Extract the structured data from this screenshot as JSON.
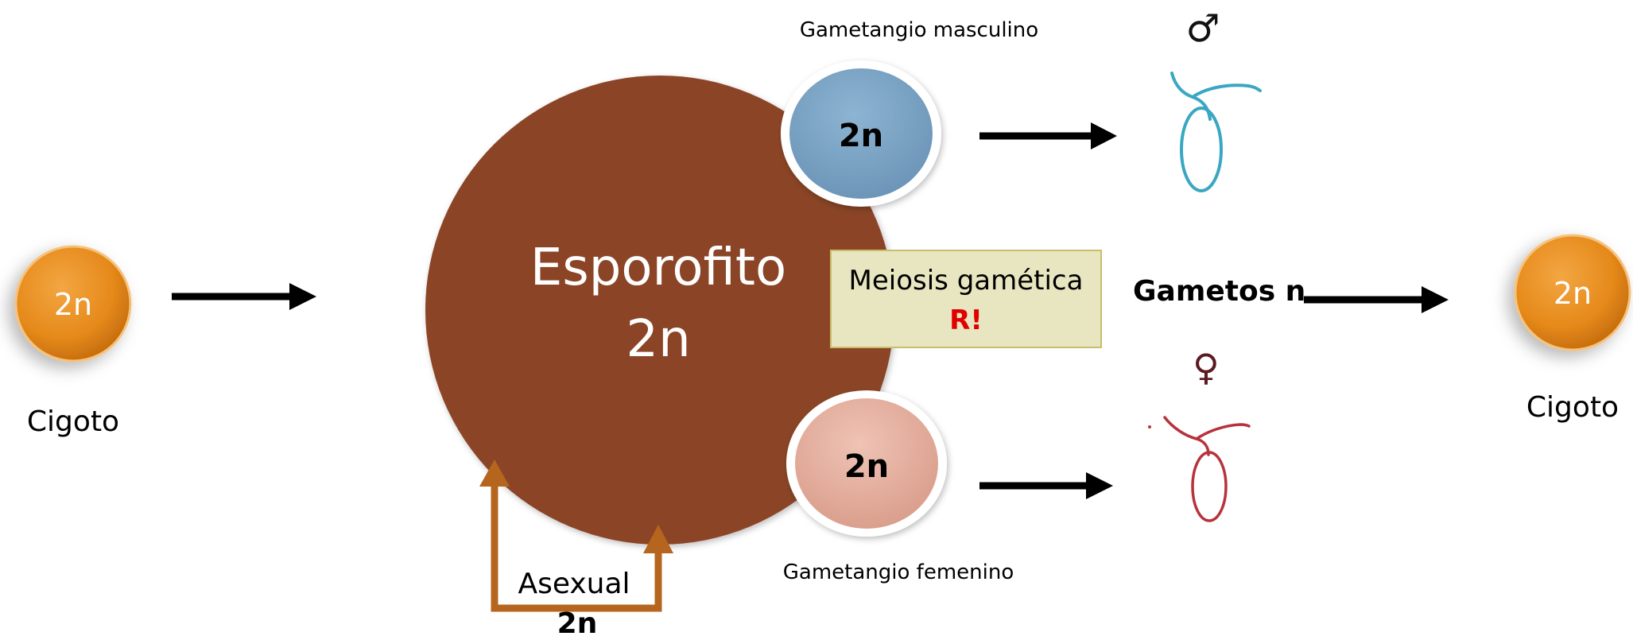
{
  "left_zygote": {
    "ploidy": "2n",
    "label": "Cigoto"
  },
  "sporophyte": {
    "title": "Esporofito",
    "ploidy": "2n"
  },
  "male_gametangium": {
    "label": "Gametangio masculino",
    "ploidy": "2n",
    "symbol": "♂"
  },
  "female_gametangium": {
    "label": "Gametangio femenino",
    "ploidy": "2n",
    "symbol": "♀"
  },
  "meiosis_box": {
    "line1": "Meiosis gamética",
    "line2": "R!"
  },
  "gametes": {
    "label": "Gametos n"
  },
  "right_zygote": {
    "ploidy": "2n",
    "label": "Cigoto"
  },
  "asexual_loop": {
    "label": "Asexual",
    "ploidy": "2n"
  },
  "colors": {
    "zygote": "#e5891a",
    "sporophyte": "#8b4526",
    "male_circle": "#7aa3c3",
    "female_circle": "#e5b09f",
    "meiosis_box_fill": "#e8e6c0",
    "meiosis_box_border": "#c9be6a",
    "r_mark": "#e00000",
    "asexual_arrow": "#b5651d",
    "male_gamete": "#3aa7c2",
    "female_gamete": "#b8323c",
    "arrow": "#000000"
  }
}
